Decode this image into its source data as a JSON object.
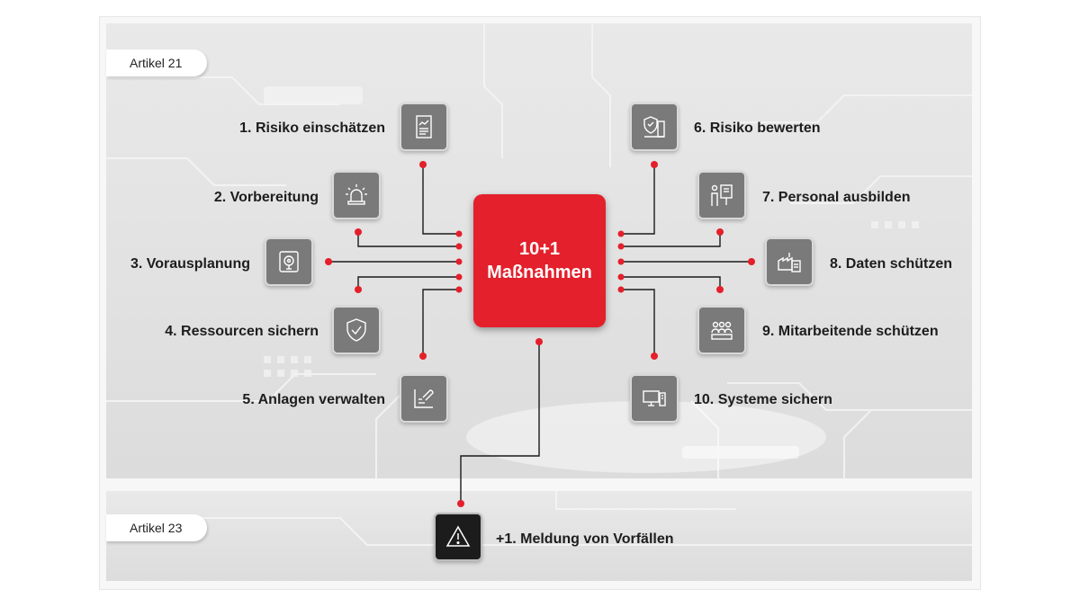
{
  "sections": [
    {
      "tag": "Artikel 21"
    },
    {
      "tag": "Artikel 23"
    }
  ],
  "center": {
    "line1": "10+1",
    "line2": "Maßnahmen",
    "color": "#e3202b"
  },
  "measures_left": [
    {
      "label": "1. Risiko einschätzen",
      "icon": "report-chart-icon"
    },
    {
      "label": "2. Vorbereitung",
      "icon": "alarm-siren-icon"
    },
    {
      "label": "3. Vorausplanung",
      "icon": "safe-disk-icon"
    },
    {
      "label": "4. Ressourcen sichern",
      "icon": "shield-check-icon"
    },
    {
      "label": "5. Anlagen verwalten",
      "icon": "wrench-document-icon"
    }
  ],
  "measures_right": [
    {
      "label": "6. Risiko bewerten",
      "icon": "shield-building-icon"
    },
    {
      "label": "7. Personal ausbilden",
      "icon": "presenter-board-icon"
    },
    {
      "label": "8. Daten schützen",
      "icon": "factory-data-icon"
    },
    {
      "label": "9. Mitarbeitende schützen",
      "icon": "team-people-icon"
    },
    {
      "label": "10. Systeme sichern",
      "icon": "computer-system-icon"
    }
  ],
  "incident": {
    "label": "+1. Meldung von Vorfällen",
    "icon": "warning-triangle-icon"
  },
  "accent": "#e3202b"
}
